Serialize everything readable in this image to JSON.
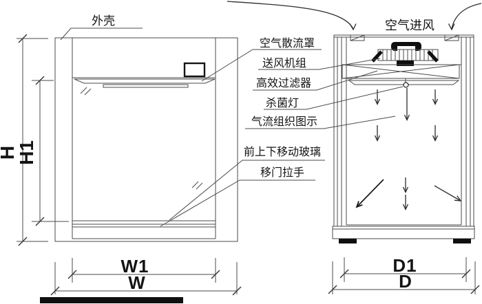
{
  "labels": {
    "outer_shell": "外壳",
    "air_intake": "空气进风",
    "air_diffuser": "空气散流罩",
    "fan_unit": "送风机组",
    "hepa_filter": "高效过滤器",
    "uv_lamp": "杀菌灯",
    "airflow_diagram": "气流组织图示",
    "moving_glass": "前上下移动玻璃",
    "door_handle": "移门拉手"
  },
  "dimensions": {
    "height_outer": "H",
    "height_inner": "H1",
    "width_inner": "W1",
    "width_outer": "W",
    "depth_inner": "D1",
    "depth_outer": "D"
  },
  "colors": {
    "line": "#4a4a4a",
    "text": "#141414",
    "black_fill": "#0f0f0f",
    "background": "#ffffff"
  }
}
